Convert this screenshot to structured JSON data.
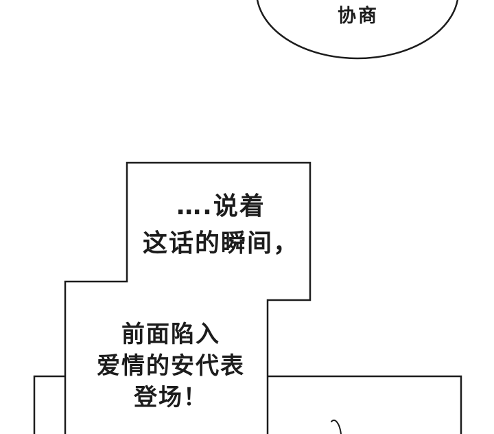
{
  "page": {
    "background": "#ffffff",
    "ink": "#1c1c1c"
  },
  "speech": {
    "top_bubble": {
      "text": "协商"
    },
    "box": {
      "upper_lines": [
        "….说着",
        "这话的瞬间，"
      ],
      "lower_lines": [
        "前面陷入",
        "爱情的安代表",
        "登场！"
      ]
    }
  }
}
